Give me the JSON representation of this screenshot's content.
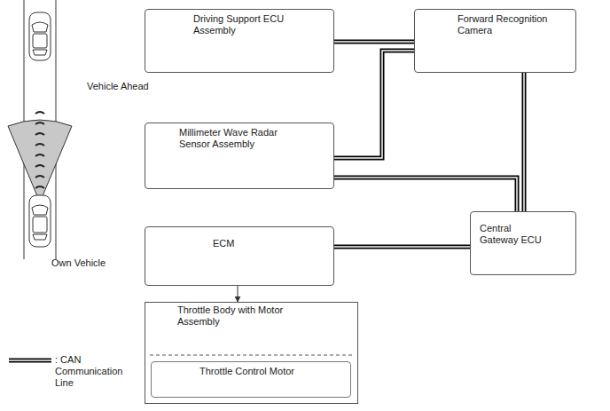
{
  "diagram": {
    "nodes": [
      {
        "text": [
          "Driving Support ECU Assembly"
        ]
      },
      {
        "text": [
          "Forward Recognition Camera"
        ]
      },
      {
        "text": [
          "Millimeter Wave Radar Sensor Assembly"
        ]
      },
      {
        "text": [
          "ECM"
        ]
      },
      {
        "text": [
          "Central Gateway ECU"
        ]
      },
      {
        "text": [
          "Throttle Body with Motor Assembly"
        ]
      },
      {
        "text": [
          "Throttle Control Motor"
        ],
        "in": 5
      }
    ],
    "edges": [
      {
        "from": 0,
        "to": 1,
        "arrow": "none"
      },
      {
        "from": 1,
        "to": 2,
        "arrow": "none"
      },
      {
        "from": 2,
        "to": 4,
        "arrow": "none"
      },
      {
        "from": 1,
        "to": 4,
        "arrow": "none"
      },
      {
        "from": 3,
        "to": 4,
        "arrow": "none"
      },
      {
        "from": 3,
        "to": 5,
        "arrow": "to"
      }
    ],
    "labels": [
      "Vehicle Ahead",
      "Own Vehicle"
    ],
    "legend": [
      {
        "text": ": CAN Communication Line"
      }
    ]
  }
}
